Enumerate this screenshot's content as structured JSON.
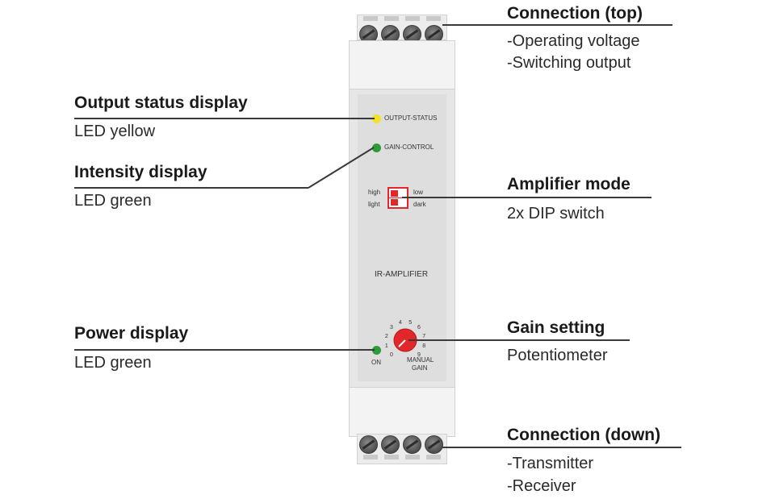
{
  "callouts": {
    "connection_top": {
      "title": "Connection (top)",
      "lines": [
        "-Operating voltage",
        "-Switching output"
      ]
    },
    "output_status": {
      "title": "Output status display",
      "detail": "LED yellow"
    },
    "intensity": {
      "title": "Intensity display",
      "detail": "LED green"
    },
    "amplifier_mode": {
      "title": "Amplifier mode",
      "detail": "2x DIP switch"
    },
    "power": {
      "title": "Power display",
      "detail": "LED green"
    },
    "gain_setting": {
      "title": "Gain setting",
      "detail": "Potentiometer"
    },
    "connection_down": {
      "title": "Connection (down)",
      "lines": [
        "-Transmitter",
        "-Receiver"
      ]
    }
  },
  "device": {
    "output_status_label": "OUTPUT-STATUS",
    "gain_control_label": "GAIN-CONTROL",
    "dip_high": "high",
    "dip_light": "light",
    "dip_low": "low",
    "dip_dark": "dark",
    "name": "IR-AMPLIFIER",
    "on_label": "ON",
    "manual_label": "MANUAL",
    "gain_label": "GAIN",
    "dial_numbers": [
      "0",
      "1",
      "2",
      "3",
      "4",
      "5",
      "6",
      "7",
      "8",
      "9"
    ]
  },
  "colors": {
    "led_yellow": "#f2e227",
    "led_green": "#2e9b3a",
    "accent_red": "#e3262a"
  }
}
